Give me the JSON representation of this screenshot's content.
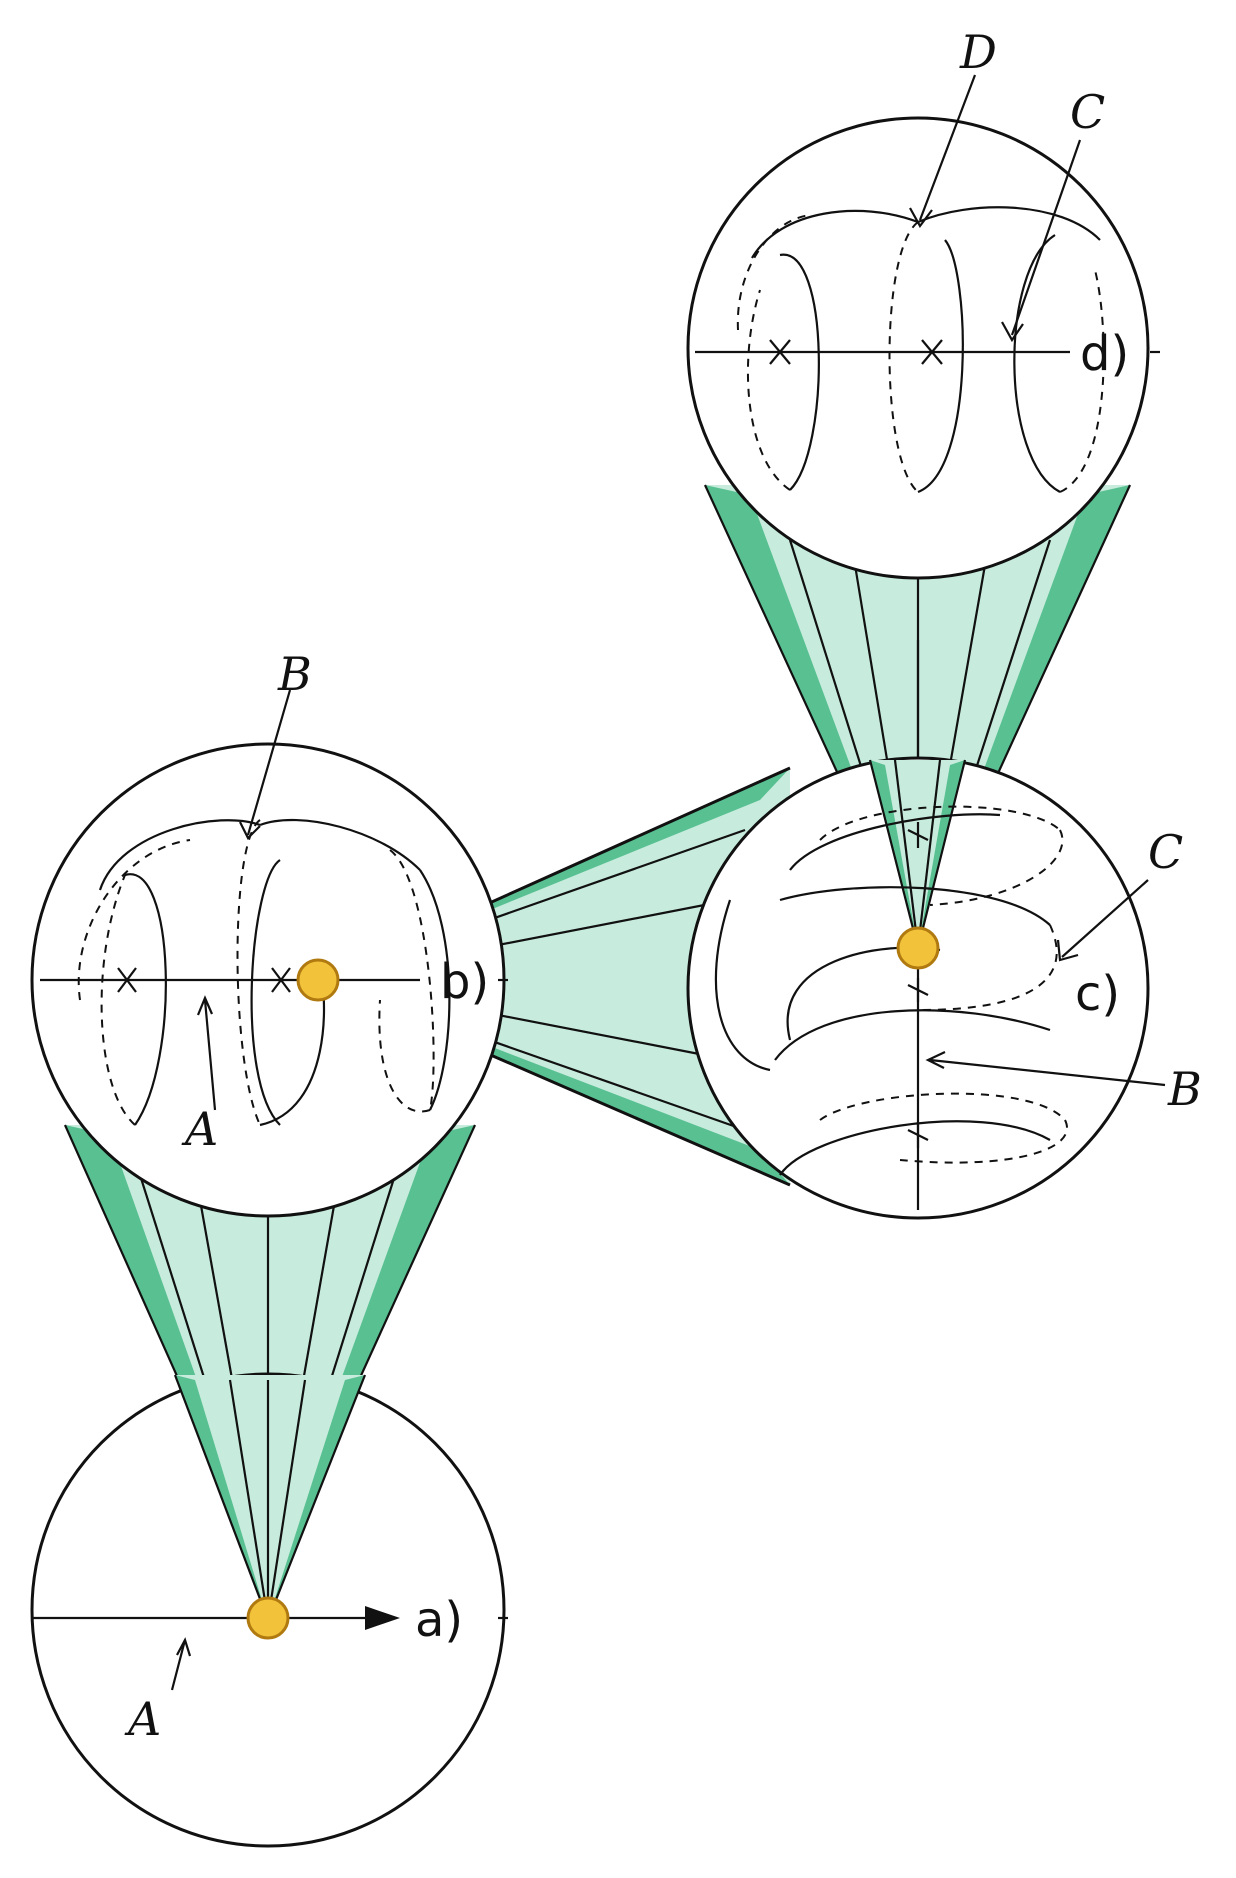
{
  "figure": {
    "panels": [
      {
        "id": "a",
        "label": "a)",
        "axis_label": "A"
      },
      {
        "id": "b",
        "label": "b)",
        "axis_labels": [
          "B",
          "A"
        ]
      },
      {
        "id": "c",
        "label": "c)",
        "axis_labels": [
          "C",
          "B"
        ]
      },
      {
        "id": "d",
        "label": "d)",
        "axis_labels": [
          "D",
          "C"
        ]
      }
    ]
  },
  "colors": {
    "cone_fill": "#bfe8d8",
    "cone_edge": "#36b07a",
    "point_fill": "#f2c23a",
    "point_edge": "#b07a10",
    "line": "#111111"
  }
}
